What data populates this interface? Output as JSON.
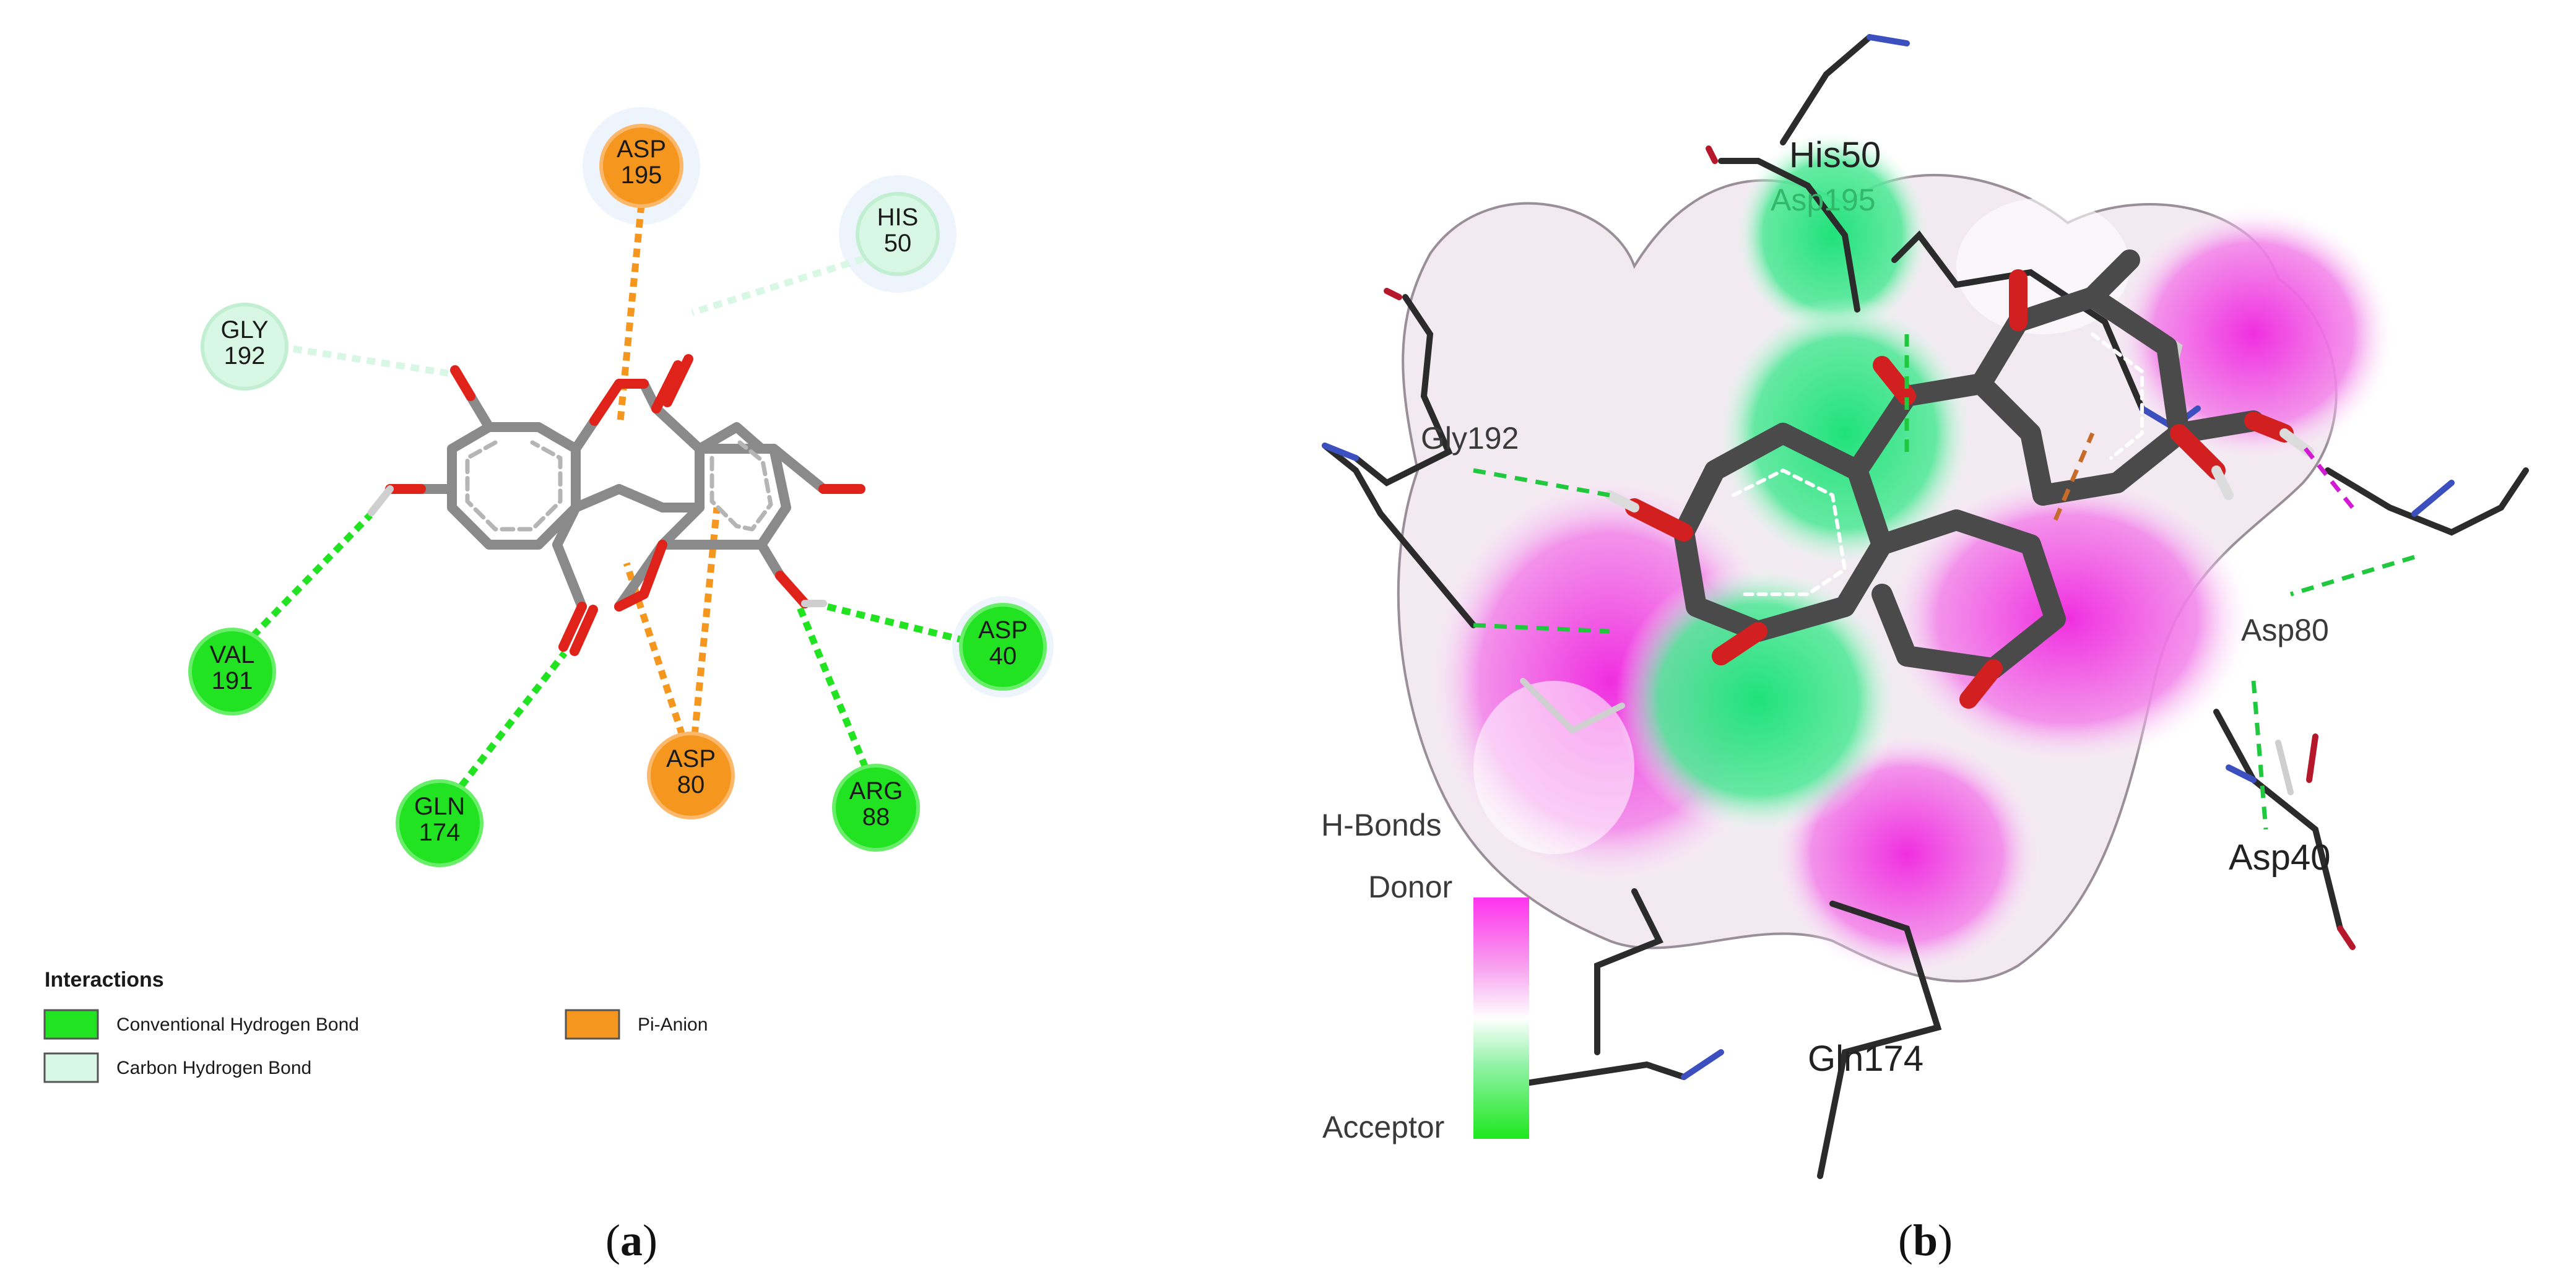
{
  "panel_a": {
    "residues": [
      {
        "id": "asp195",
        "name": "ASP",
        "num": "195",
        "kind": "pi_anion"
      },
      {
        "id": "his50",
        "name": "HIS",
        "num": "50",
        "kind": "carbon_hbond"
      },
      {
        "id": "gly192",
        "name": "GLY",
        "num": "192",
        "kind": "carbon_hbond"
      },
      {
        "id": "val191",
        "name": "VAL",
        "num": "191",
        "kind": "conventional_hbond"
      },
      {
        "id": "gln174",
        "name": "GLN",
        "num": "174",
        "kind": "conventional_hbond"
      },
      {
        "id": "asp80",
        "name": "ASP",
        "num": "80",
        "kind": "pi_anion"
      },
      {
        "id": "arg88",
        "name": "ARG",
        "num": "88",
        "kind": "conventional_hbond"
      },
      {
        "id": "asp40",
        "name": "ASP",
        "num": "40",
        "kind": "conventional_hbond"
      }
    ],
    "legend": {
      "title": "Interactions",
      "items": [
        {
          "label": "Conventional Hydrogen Bond",
          "color": "#21e321"
        },
        {
          "label": "Carbon Hydrogen Bond",
          "color": "#d8f7e4"
        },
        {
          "label": "Pi-Anion",
          "color": "#f5961e"
        }
      ]
    },
    "colors": {
      "conventional_hbond": "#21e321",
      "carbon_hbond": "#d8f7e4",
      "pi_anion": "#f5961e",
      "bond_gray": "#8a8a8a",
      "oxygen_red": "#e0231a"
    }
  },
  "panel_b": {
    "labels": {
      "his50": "His50",
      "asp195": "Asp195",
      "gly192": "Gly192",
      "asp80": "Asp80",
      "asp40": "Asp40",
      "gln174": "Gln174"
    },
    "hbonds_legend": {
      "title": "H-Bonds",
      "donor": "Donor",
      "acceptor": "Acceptor",
      "donor_color": "#ff33ee",
      "acceptor_color": "#22e822"
    }
  },
  "captions": {
    "a": "a",
    "b": "b"
  }
}
